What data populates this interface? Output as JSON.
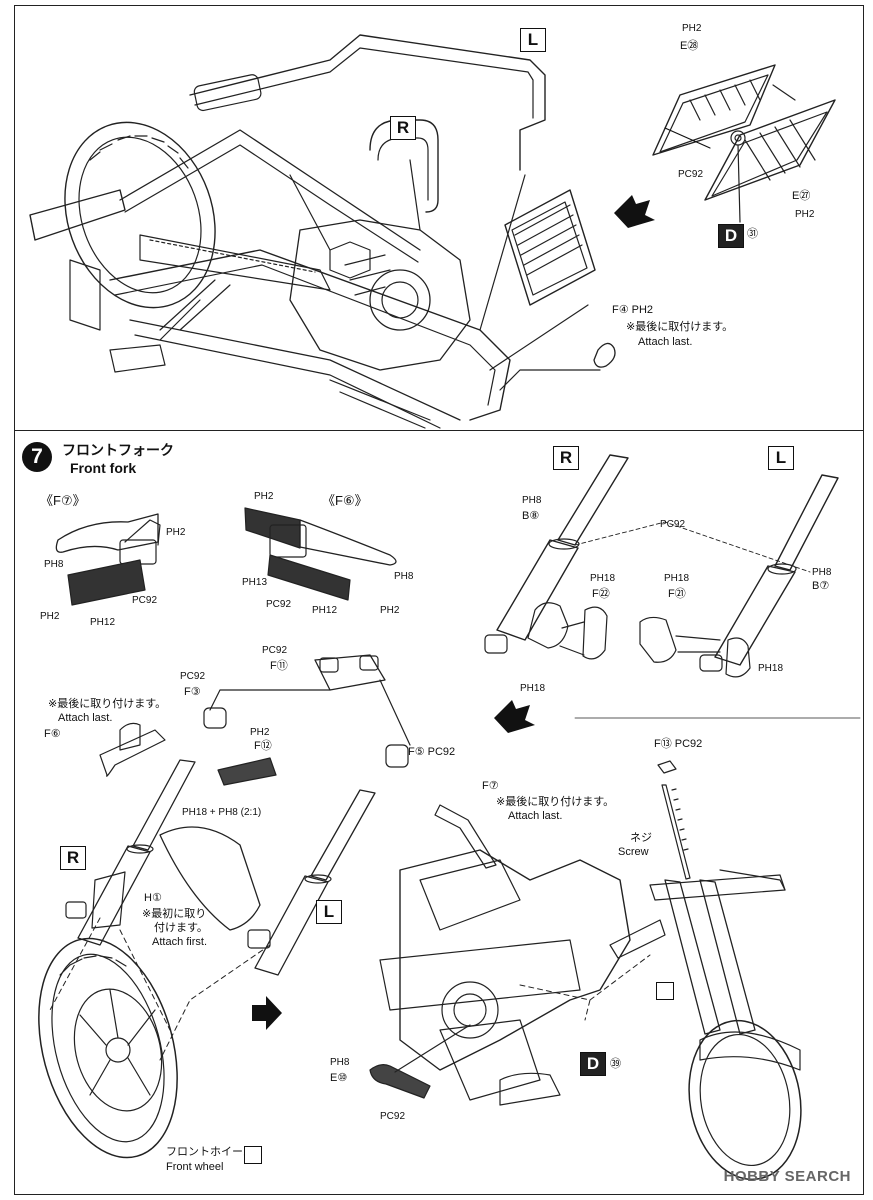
{
  "step": {
    "number": "7",
    "title_jp": "フロントフォーク",
    "title_en": "Front fork"
  },
  "side_labels": {
    "right": "R",
    "left": "L",
    "part_d": "D"
  },
  "top_section": {
    "radiator_labels": {
      "ph2_a": "PH2",
      "e28": "E㉘",
      "pc92": "PC92",
      "e27": "E㉗",
      "ph2_b": "PH2",
      "d31": "㉛"
    },
    "horn": {
      "label": "F④ PH2",
      "note_jp": "※最後に取付けます。",
      "note_en": "Attach last."
    }
  },
  "levers": {
    "f7": "《F⑦》",
    "f6": "《F⑥》",
    "left_ph2": "PH2",
    "left_ph8": "PH8",
    "left_pc92": "PC92",
    "left_ph2_b": "PH2",
    "left_ph12": "PH12",
    "right_ph2": "PH2",
    "right_ph13": "PH13",
    "right_pc92": "PC92",
    "right_ph12": "PH12",
    "right_ph8": "PH8",
    "right_ph2_b": "PH2"
  },
  "forks": {
    "r_ph8": "PH8",
    "r_b8": "B⑧",
    "pc92": "PC92",
    "l_ph8": "PH8",
    "l_b7": "B⑦",
    "r_ph18": "PH18",
    "r_f22": "F㉒",
    "l_ph18": "PH18",
    "l_f21": "F㉑",
    "r_ph18_b": "PH18",
    "l_ph18_b": "PH18"
  },
  "assembly": {
    "pc92_top": "PC92",
    "f11": "F⑪",
    "pc92_f3": "PC92",
    "f3": "F③",
    "note_last_jp": "※最後に取り付けます。",
    "note_last_en": "Attach last.",
    "f6": "F⑥",
    "ph2": "PH2",
    "f12": "F⑫",
    "f5": "F⑤ PC92",
    "ph_mix": "PH18 + PH8 (2:1)",
    "f7": "F⑦",
    "note_last2_jp": "※最後に取り付けます。",
    "note_last2_en": "Attach last.",
    "h1": "H①",
    "note_first_jp1": "※最初に取り",
    "note_first_jp2": "付けます。",
    "note_first_en": "Attach first.",
    "f13": "F⑬ PC92",
    "screw_jp": "ネジ",
    "screw_en": "Screw",
    "ph8": "PH8",
    "e10": "E⑩",
    "pc92_bottom": "PC92",
    "d39": "㊴",
    "front_wheel_jp": "フロントホイール",
    "front_wheel_en": "Front wheel"
  },
  "watermark": "HOBBY SEARCH"
}
